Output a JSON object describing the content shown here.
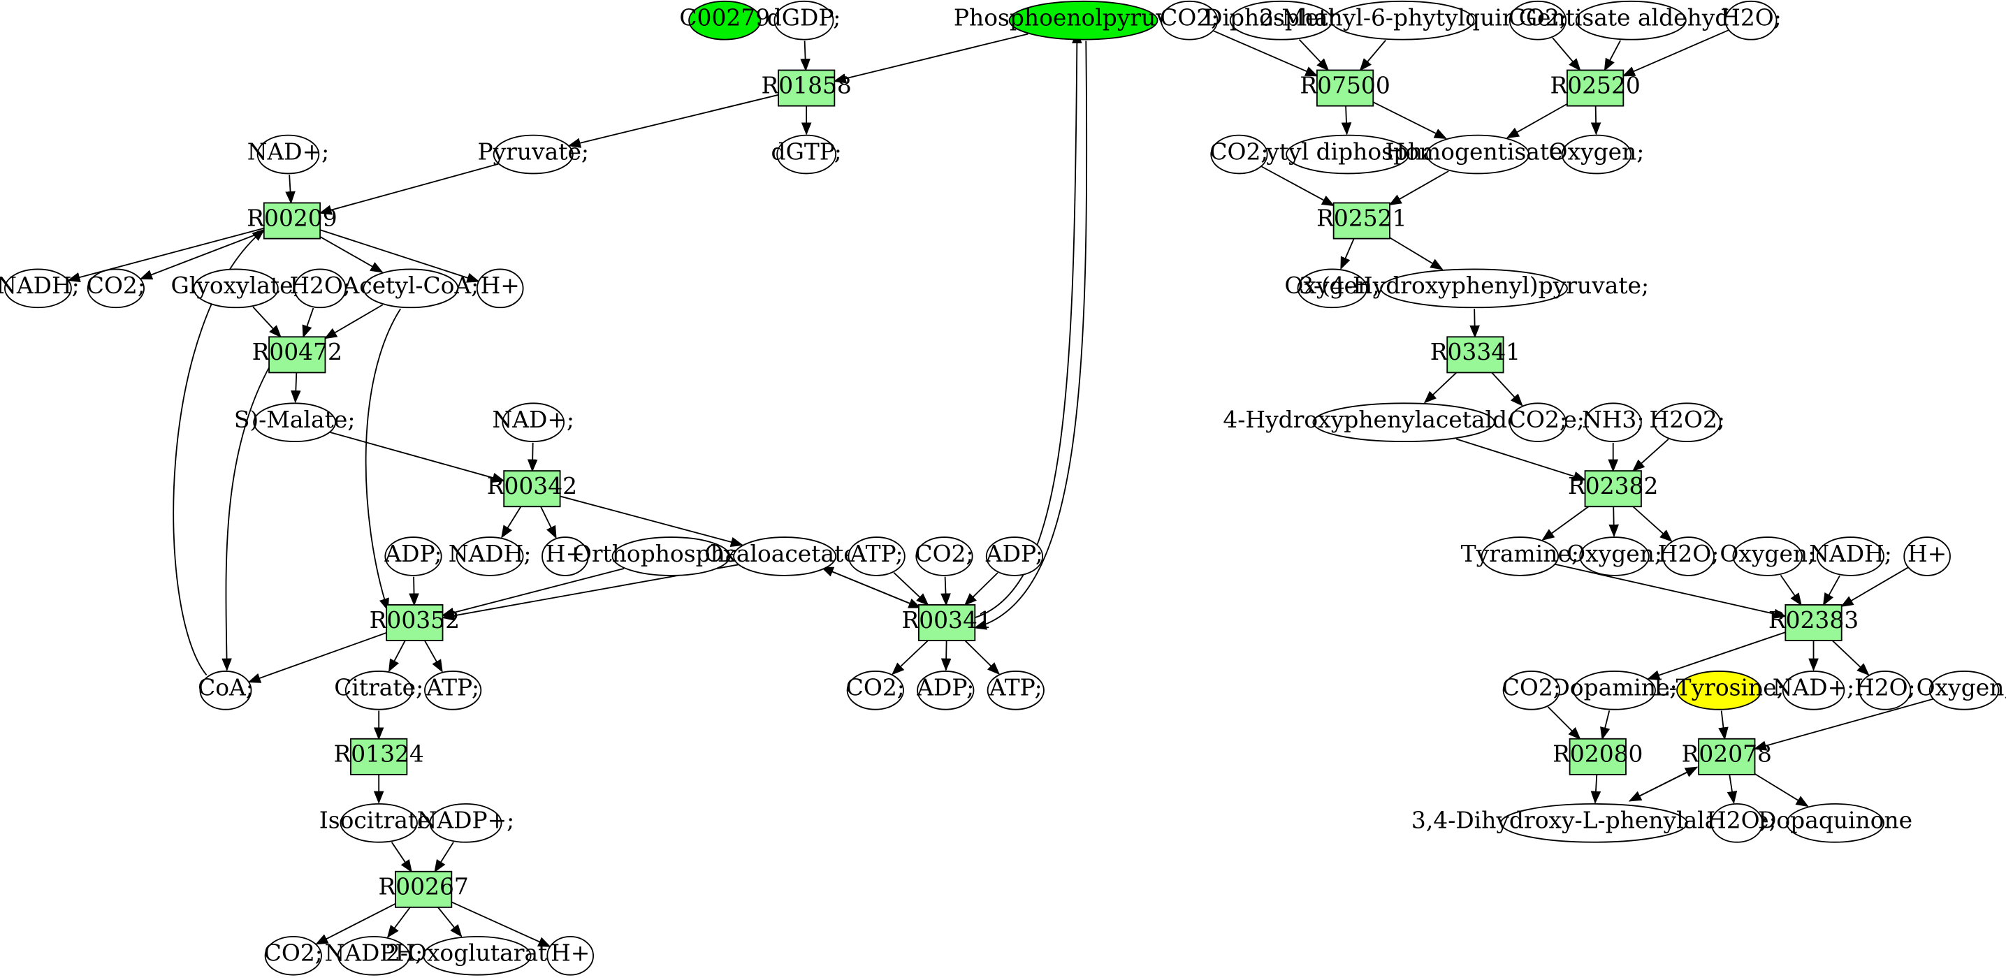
{
  "colors": {
    "reaction_fill": "#98f898",
    "start_fill": "#00f000",
    "target_fill": "#ffff00",
    "compound_fill": "#ffffff",
    "stroke": "#000000"
  },
  "reactions": [
    "R01858",
    "R00209",
    "R00472",
    "R00342",
    "R00352",
    "R01324",
    "R00267",
    "R00341",
    "R07500",
    "R02520",
    "R02521",
    "R03341",
    "R02382",
    "R02383",
    "R02080",
    "R02078"
  ],
  "compounds": {
    "c00279": "C00279",
    "dgdp": "dGDP;",
    "pep": "Phosphoenolpyruvate;",
    "dgtp": "dGTP;",
    "pyruvate": "Pyruvate;",
    "nad_a": "NAD+;",
    "nadh_a": "NADH;",
    "co2_a": "CO2;",
    "acetylcoa": "Acetyl-CoA;",
    "hplus_a": "H+",
    "glyoxylate": "Glyoxylate;",
    "h2o_a": "H2O;",
    "smalate": "S)-Malate;",
    "nad_b": "NAD+;",
    "nadh_b": "NADH;",
    "hplus_b": "H+",
    "adp_a": "ADP;",
    "orthophosphate": "Orthophosphate;",
    "oxaloacetate": "Oxaloacetate;",
    "coa": "CoA;",
    "citrate": "Citrate;",
    "atp_a": "ATP;",
    "isocitrate": "Isocitrate;",
    "nadp": "NADP+;",
    "co2_b": "CO2;",
    "nadph": "NADPH;",
    "oxoglutarate": "2-Oxoglutarate;",
    "hplus_c": "H+",
    "atp_b": "ATP;",
    "co2_c": "CO2;",
    "adp_b": "ADP;",
    "co2_d": "CO2;",
    "adp_c": "ADP;",
    "atp_c": "ATP;",
    "co2_e": "CO2;",
    "diphosphate": "Diphosphate;",
    "methylphytylquinol": "2-Methyl-6-phytylquinol;",
    "co2_f": "CO2;",
    "gentisate": "Gentisate aldehyde",
    "h2o_b": "H2O;",
    "phytyl": "Phytyl diphosphate",
    "homogentisate": "Homogentisate;",
    "oxygen_a": "Oxygen;",
    "co2_g": "CO2;",
    "oxygen_b": "Oxygen;",
    "hpp": "3-(4-Hydroxyphenyl)pyruvate;",
    "hpa": "4-Hydroxyphenylacetaldehyde;",
    "co2_h": "CO2;",
    "nh3": "NH3;",
    "h2o2": "H2O2;",
    "tyramine": "Tyramine;",
    "oxygen_c": "Oxygen;",
    "h2o_c": "H2O;",
    "oxygen_d": "Oxygen;",
    "nadh_c": "NADH;",
    "hplus_d": "H+",
    "dopamine": "Dopamine;",
    "nad_c": "NAD+;",
    "h2o_d": "H2O;",
    "co2_i": "CO2;",
    "ltyrosine": "L-Tyrosine;",
    "oxygen_e": "Oxygen;",
    "dopa": "3,4-Dihydroxy-L-phenylalanine;",
    "h2o_e": "H2O;",
    "dopaquinone": "Dopaquinone"
  }
}
